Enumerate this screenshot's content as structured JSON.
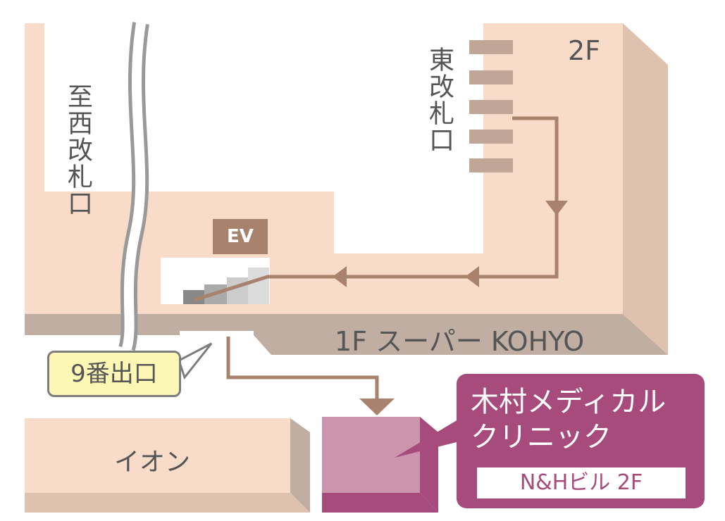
{
  "map": {
    "west_gate": "至西改札口",
    "east_gate": "東改札口",
    "floor_2f": "2F",
    "supermarket": "1F スーパー KOHYO",
    "elevator": "EV",
    "exit_9": "9番出口",
    "aeon": "イオン",
    "clinic": {
      "name_line1": "木村メディカル",
      "name_line2": "クリニック",
      "building": "N&Hビル 2F"
    },
    "colors": {
      "building_top": "#f8dcc9",
      "building_side": "#c1aea3",
      "path_brown": "#a8826c",
      "clinic_pink": "#cc94ad",
      "clinic_purple": "#a64b7c",
      "exit_yellow": "#fdf7b6"
    }
  }
}
